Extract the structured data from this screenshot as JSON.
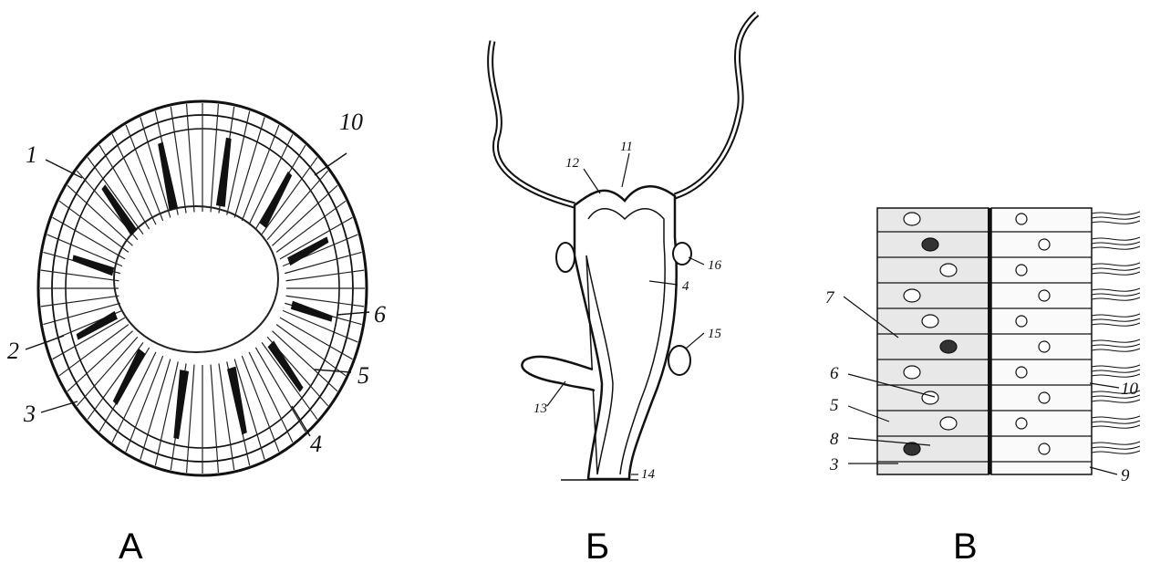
{
  "panels": [
    {
      "id": "A",
      "label": "А",
      "callouts": [
        "1",
        "10",
        "6",
        "5",
        "4",
        "2",
        "3"
      ]
    },
    {
      "id": "B",
      "label": "Б",
      "callouts": [
        "12",
        "11",
        "16",
        "4",
        "15",
        "13",
        "14"
      ]
    },
    {
      "id": "V",
      "label": "В",
      "callouts": [
        "7",
        "6",
        "5",
        "8",
        "3",
        "10",
        "9"
      ]
    }
  ]
}
